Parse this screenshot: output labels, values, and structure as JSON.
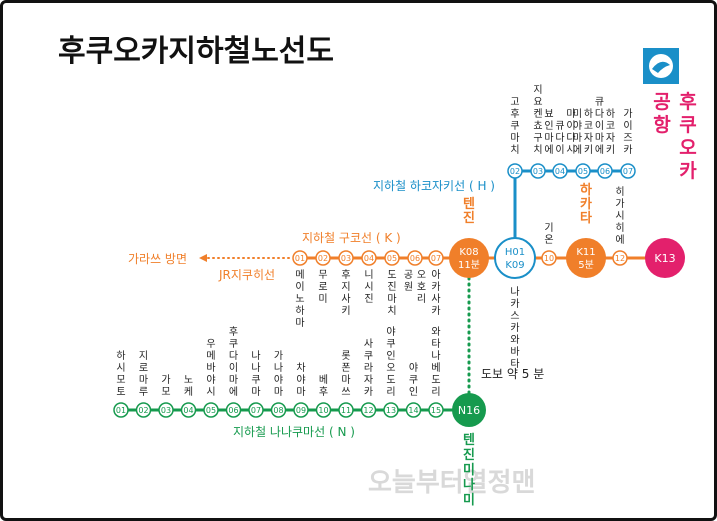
{
  "title": "후쿠오카지하철노선도",
  "watermark": "오늘부터열정맨",
  "colors": {
    "kuko": "#f07f2a",
    "hakozaki": "#1a8fc8",
    "nanakuma": "#169a4e",
    "airport": "#e3206c",
    "logo": "#1a8fc8",
    "text": "#222222"
  },
  "lines": {
    "kuko_label": "지하철 구코선 ( K )",
    "hakozaki_label": "지하철 하코자키선 ( H )",
    "nanakuma_label": "지하철 나나쿠마선 ( N )",
    "jr_label": "JR지쿠히선",
    "karatsu_label": "가라쓰 방면",
    "walk_label": "도보 약 5 분"
  },
  "airport": {
    "name": "후쿠오카 공항",
    "code": "K13"
  },
  "kuko_stations": [
    {
      "code": "01",
      "name": "메이노하마"
    },
    {
      "code": "02",
      "name": "무로미"
    },
    {
      "code": "03",
      "name": "후지사키"
    },
    {
      "code": "04",
      "name": "니시진"
    },
    {
      "code": "05",
      "name": "도진마치"
    },
    {
      "code": "06",
      "name": "오호리 공원"
    },
    {
      "code": "07",
      "name": "아카사카"
    }
  ],
  "kuko_east": [
    {
      "code": "10",
      "name": "기온"
    },
    {
      "code": "12",
      "name": "히가시히에"
    }
  ],
  "tenjin": {
    "name": "텐진",
    "code1": "K08",
    "code2": "11분"
  },
  "hakata": {
    "name": "하카타",
    "code1": "K11",
    "code2": "5분"
  },
  "nakasu": {
    "name": "나카스카와바타",
    "code1": "H01",
    "code2": "K09"
  },
  "hakozaki_stations": [
    {
      "code": "02",
      "name": "고후쿠마치"
    },
    {
      "code": "03",
      "name": "지요켄쵸구치"
    },
    {
      "code": "04",
      "name": "마이다시 큐다이 뵤인마에"
    },
    {
      "code": "05",
      "name": "하코자키 미야마에"
    },
    {
      "code": "06",
      "name": "하코자키 큐다이마에"
    },
    {
      "code": "07",
      "name": "가이즈카"
    }
  ],
  "nanakuma_stations": [
    {
      "code": "01",
      "name": "하시모토"
    },
    {
      "code": "02",
      "name": "지로마루"
    },
    {
      "code": "03",
      "name": "가모"
    },
    {
      "code": "04",
      "name": "노케"
    },
    {
      "code": "05",
      "name": "우메바야시"
    },
    {
      "code": "06",
      "name": "후쿠다이마에"
    },
    {
      "code": "07",
      "name": "나나쿠마"
    },
    {
      "code": "08",
      "name": "가나야마"
    },
    {
      "code": "09",
      "name": "차야마"
    },
    {
      "code": "10",
      "name": "베후"
    },
    {
      "code": "11",
      "name": "롯폰마쓰"
    },
    {
      "code": "12",
      "name": "사쿠라자카"
    },
    {
      "code": "13",
      "name": "야쿠인오도리"
    },
    {
      "code": "14",
      "name": "야쿠인"
    },
    {
      "code": "15",
      "name": "와타나베도리"
    }
  ],
  "tenjin_minami": {
    "name": "텐진미나미",
    "code": "N16"
  }
}
